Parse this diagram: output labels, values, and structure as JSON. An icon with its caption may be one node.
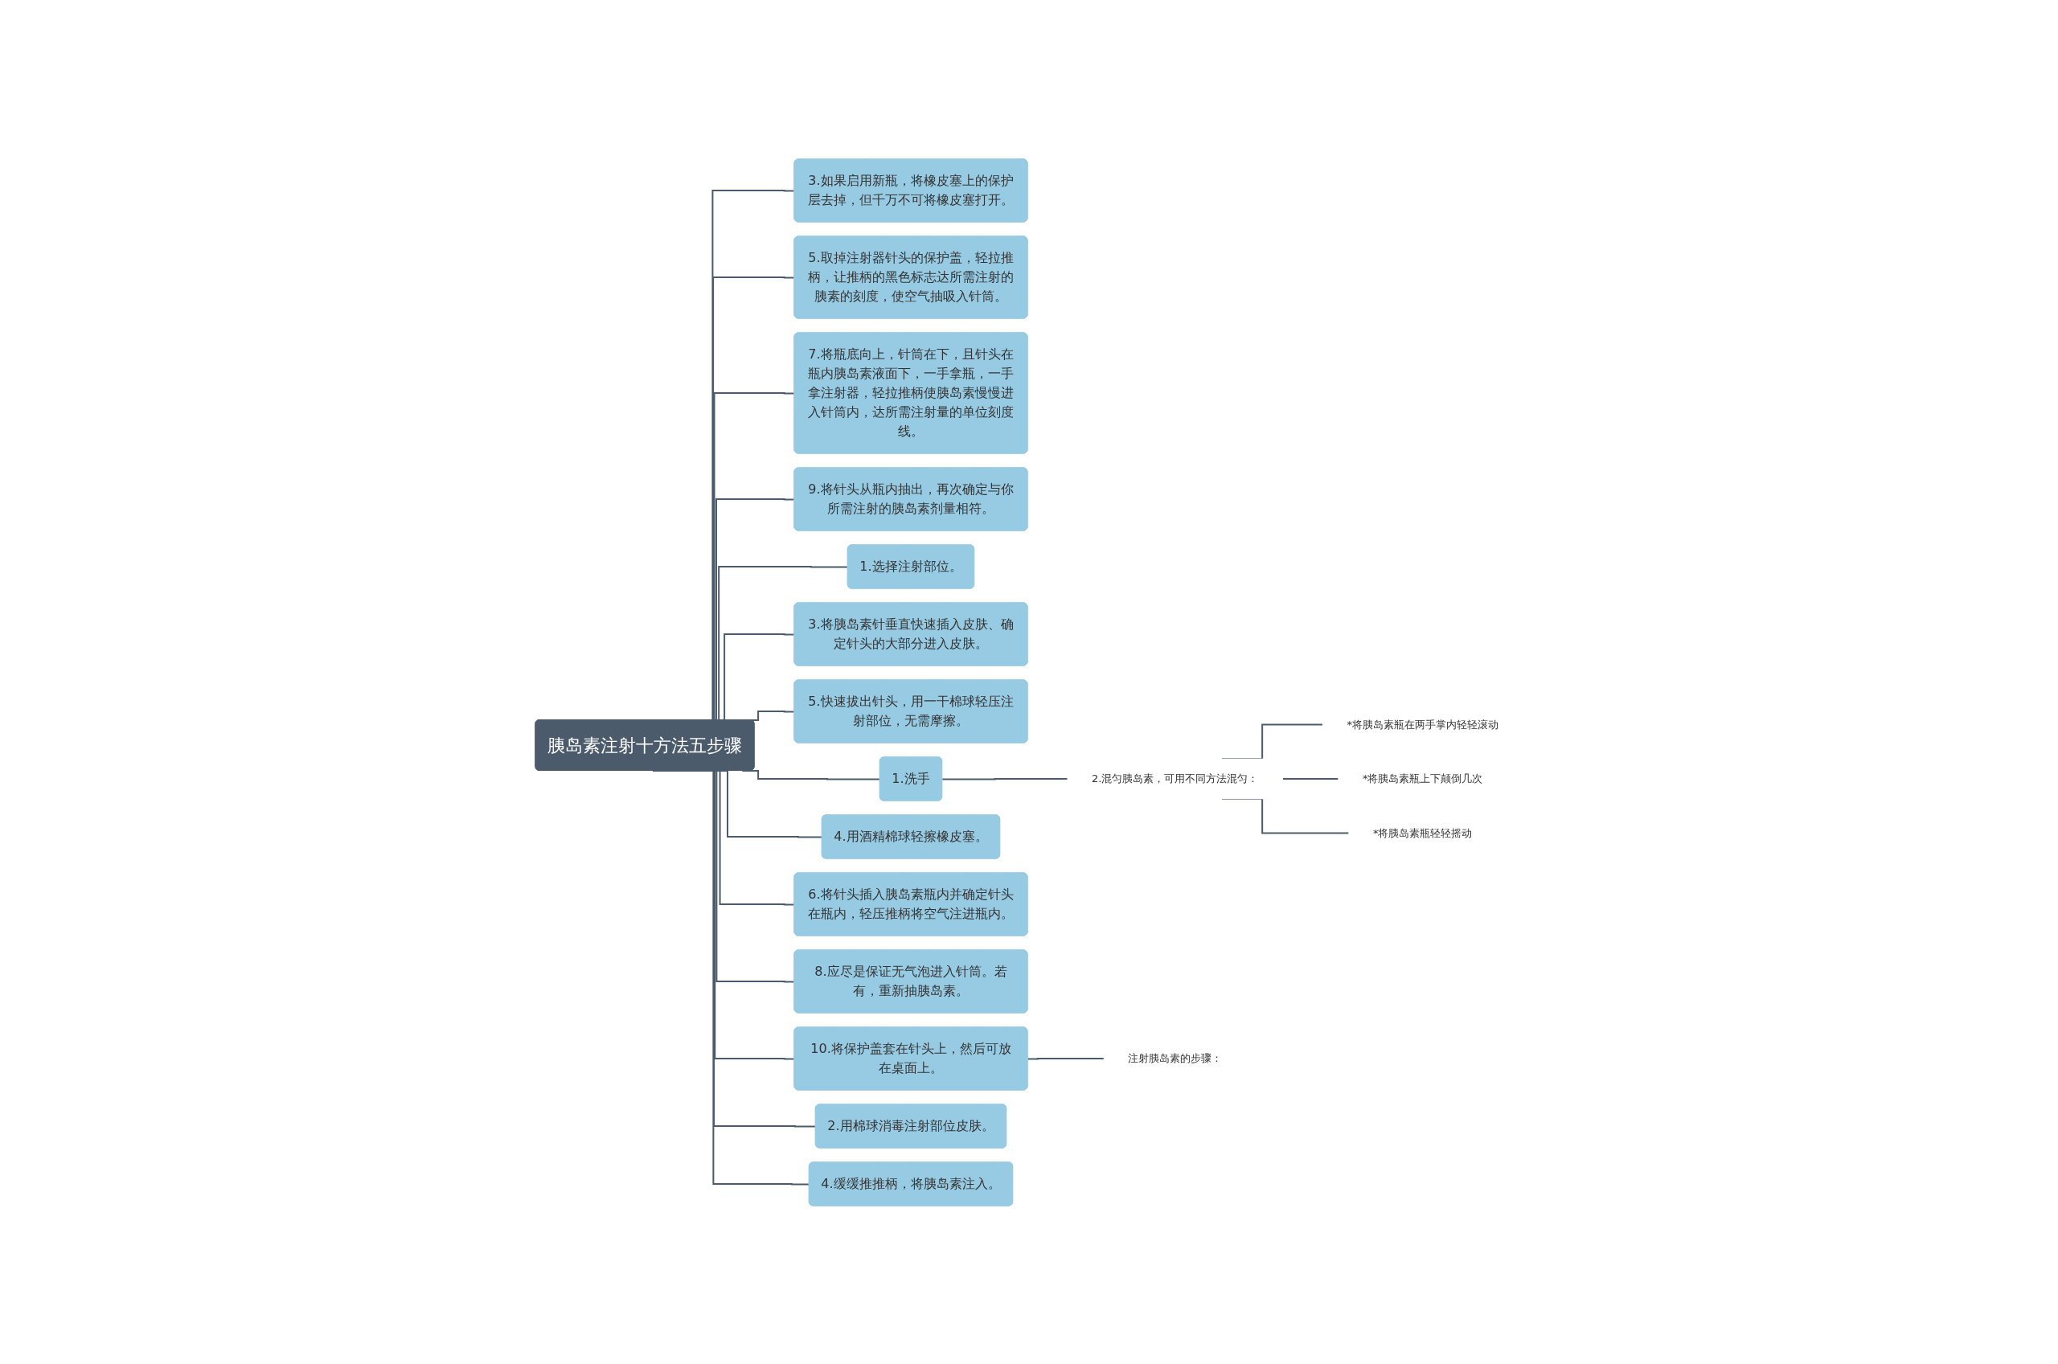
{
  "diagram": {
    "nodes": [
      {
        "text": [
          "胰岛素注射十方法五步骤"
        ]
      },
      {
        "text": [
          "3.如果启用新瓶，将橡皮塞上的保护层去掉，但千万不可将橡皮塞打开。"
        ]
      },
      {
        "text": [
          "5.取掉注射器针头的保护盖，轻拉推柄，让推柄的黑色标志达所需注射的胰素的刻度，使空气抽吸入针筒。"
        ]
      },
      {
        "text": [
          "7.将瓶底向上，针筒在下，且针头在瓶内胰岛素液面下，一手拿瓶，一手拿注射器，轻拉推柄使胰岛素慢慢进入针筒内，达所需注射量的单位刻度线。"
        ]
      },
      {
        "text": [
          "9.将针头从瓶内抽出，再次确定与你所需注射的胰岛素剂量相符。"
        ]
      },
      {
        "text": [
          "1.选择注射部位。"
        ]
      },
      {
        "text": [
          "3.将胰岛素针垂直快速插入皮肤、确定针头的大部分进入皮肤。"
        ]
      },
      {
        "text": [
          "5.快速拔出针头，用一干棉球轻压注射部位，无需摩擦。"
        ]
      },
      {
        "text": [
          "1.洗手"
        ]
      },
      {
        "text": [
          "2.混匀胰岛素，可用不同方法混匀："
        ]
      },
      {
        "text": [
          "*将胰岛素瓶在两手掌内轻轻滚动"
        ]
      },
      {
        "text": [
          "*将胰岛素瓶上下颠倒几次"
        ]
      },
      {
        "text": [
          "*将胰岛素瓶轻轻摇动"
        ]
      },
      {
        "text": [
          "4.用酒精棉球轻擦橡皮塞。"
        ]
      },
      {
        "text": [
          "6.将针头插入胰岛素瓶内并确定针头在瓶内，轻压推柄将空气注进瓶内。"
        ]
      },
      {
        "text": [
          "8.应尽是保证无气泡进入针筒。若有，重新抽胰岛素。"
        ]
      },
      {
        "text": [
          "10.将保护盖套在针头上，然后可放在桌面上。"
        ]
      },
      {
        "text": [
          "注射胰岛素的步骤："
        ]
      },
      {
        "text": [
          "2.用棉球消毒注射部位皮肤。"
        ]
      },
      {
        "text": [
          "4.缓缓推推柄，将胰岛素注入。"
        ]
      }
    ],
    "edges": [
      {
        "from": 0,
        "to": 1,
        "arrow": "none"
      },
      {
        "from": 0,
        "to": 2,
        "arrow": "none"
      },
      {
        "from": 0,
        "to": 3,
        "arrow": "none"
      },
      {
        "from": 0,
        "to": 4,
        "arrow": "none"
      },
      {
        "from": 0,
        "to": 5,
        "arrow": "none"
      },
      {
        "from": 0,
        "to": 6,
        "arrow": "none"
      },
      {
        "from": 0,
        "to": 7,
        "arrow": "none"
      },
      {
        "from": 0,
        "to": 8,
        "arrow": "none"
      },
      {
        "from": 8,
        "to": 9,
        "arrow": "none"
      },
      {
        "from": 9,
        "to": 10,
        "arrow": "none"
      },
      {
        "from": 9,
        "to": 11,
        "arrow": "none"
      },
      {
        "from": 9,
        "to": 12,
        "arrow": "none"
      },
      {
        "from": 0,
        "to": 13,
        "arrow": "none"
      },
      {
        "from": 0,
        "to": 14,
        "arrow": "none"
      },
      {
        "from": 0,
        "to": 15,
        "arrow": "none"
      },
      {
        "from": 0,
        "to": 16,
        "arrow": "none"
      },
      {
        "from": 16,
        "to": 17,
        "arrow": "none"
      },
      {
        "from": 0,
        "to": 18,
        "arrow": "none"
      },
      {
        "from": 0,
        "to": 19,
        "arrow": "none"
      }
    ]
  }
}
